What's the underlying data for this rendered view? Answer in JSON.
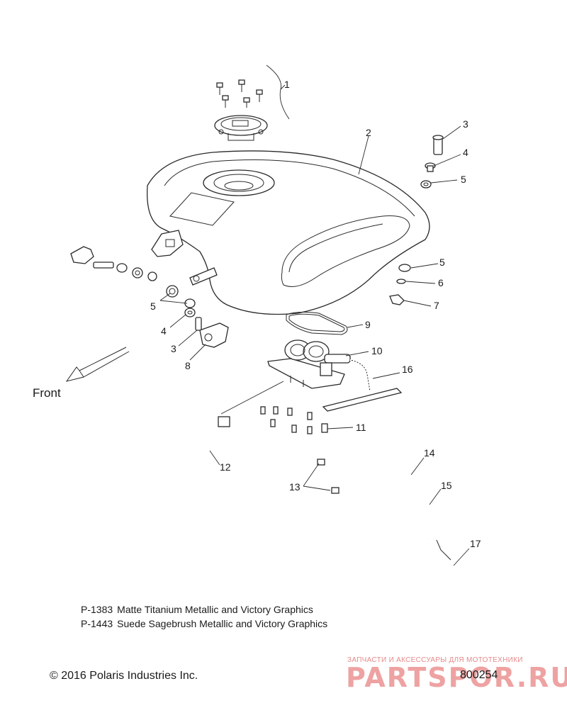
{
  "callouts": {
    "c1": "1",
    "c2": "2",
    "c3a": "3",
    "c4a": "4",
    "c5a": "5",
    "c5b": "5",
    "c6": "6",
    "c7": "7",
    "c5c": "5",
    "c4b": "4",
    "c3b": "3",
    "c8": "8",
    "c9": "9",
    "c10": "10",
    "c16": "16",
    "c11": "11",
    "c12": "12",
    "c14": "14",
    "c13": "13",
    "c15": "15",
    "c17": "17"
  },
  "front_label": "Front",
  "legend": [
    {
      "code": "P-1383",
      "text": "Matte Titanium Metallic and Victory Graphics"
    },
    {
      "code": "P-1443",
      "text": "Suede Sagebrush Metallic and Victory Graphics"
    }
  ],
  "copyright": "© 2016 Polaris Industries Inc.",
  "diagram_number": "800254",
  "watermark": {
    "tagline": "ЗАПЧАСТИ И АКСЕССУАРЫ ДЛЯ МОТОТЕХНИКИ",
    "logo_text": "PARTSPOR.RU"
  }
}
